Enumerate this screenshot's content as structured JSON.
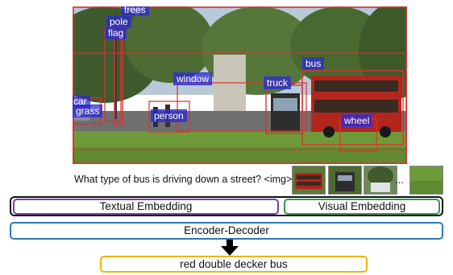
{
  "detections": {
    "trees": "trees",
    "pole": "pole",
    "flag": "flag",
    "bus": "bus",
    "window": "window",
    "truck": "truck",
    "car": "car",
    "grass": "grass",
    "person": "person",
    "wheel": "wheel"
  },
  "question": "What type of bus is driving down a street? <img>",
  "ellipsis": "...",
  "embeddings": {
    "textual": "Textual Embedding",
    "visual": "Visual Embedding"
  },
  "encoder_decoder": "Encoder-Decoder",
  "answer": "red double decker bus",
  "colors": {
    "detection_box": "#e03030",
    "label_bg": "#2828d2",
    "textual_border": "#7a3fa0",
    "visual_border": "#2e9a4a",
    "encoder_border": "#2f78b5",
    "answer_border": "#f0b400"
  }
}
